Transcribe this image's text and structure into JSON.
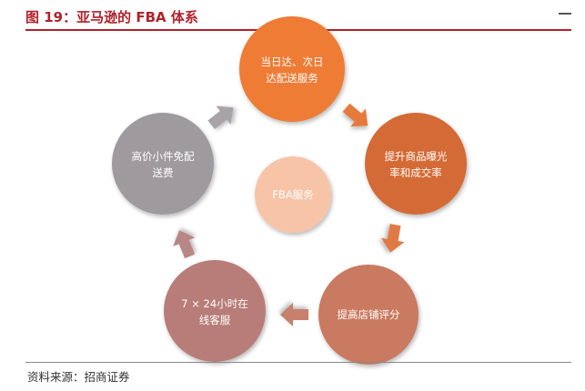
{
  "figure": {
    "title": "图 19：亚马逊的 FBA 体系",
    "source": "资料来源：招商证券"
  },
  "diagram": {
    "center": {
      "label": "FBA服务",
      "color": "#f7c4a8"
    },
    "nodes": [
      {
        "id": "same-day",
        "lines": [
          "当日达、次日",
          "达配送服务"
        ],
        "color": "#ee7b35"
      },
      {
        "id": "exposure",
        "lines": [
          "提升商品曝光",
          "率和成交率"
        ],
        "color": "#d46a36"
      },
      {
        "id": "rating",
        "lines": [
          "提高店铺评分"
        ],
        "color": "#c97a60"
      },
      {
        "id": "service-24h",
        "lines": [
          "7 × 24小时在",
          "线客服"
        ],
        "color": "#b87d78"
      },
      {
        "id": "free-shipping",
        "lines": [
          "高价小件免配",
          "送费"
        ],
        "color": "#9e9a9e"
      }
    ],
    "arrow_colors": [
      "#e67a3c",
      "#e07a44",
      "#c6806c",
      "#b88785",
      "#a7a3a7"
    ]
  }
}
